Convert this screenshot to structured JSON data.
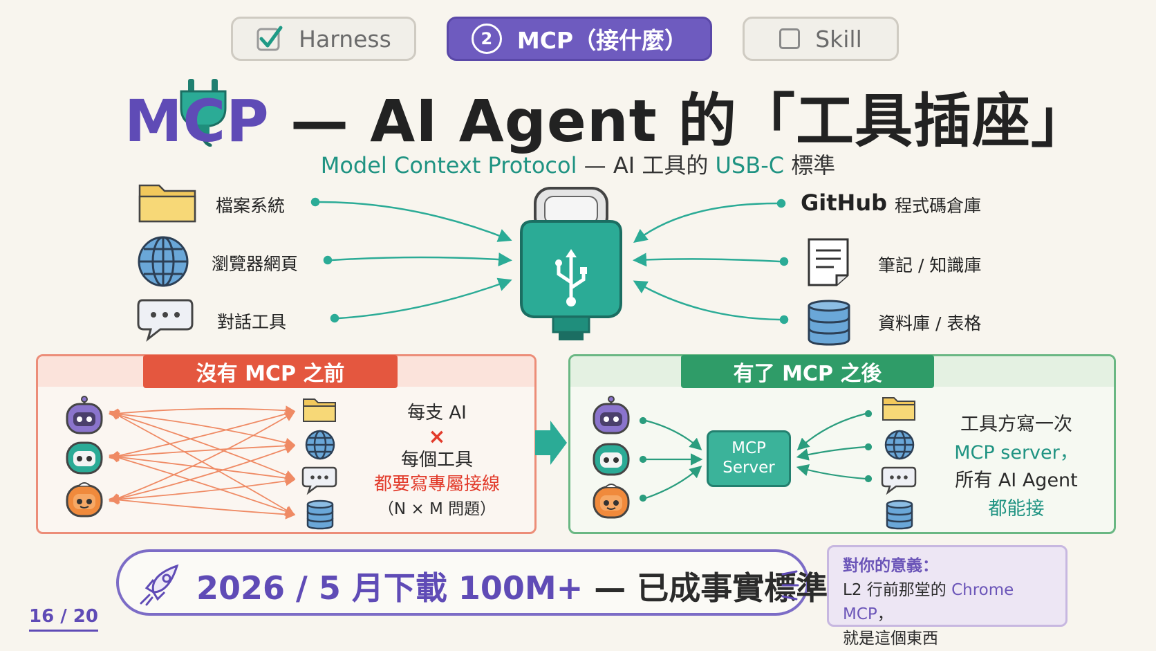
{
  "tabs": [
    {
      "label": "Harness",
      "state": "done"
    },
    {
      "number": "2",
      "label": "MCP（接什麼）",
      "state": "active"
    },
    {
      "label": "Skill",
      "state": "todo"
    }
  ],
  "title": {
    "prefix": "MCP",
    "rest": " — AI Agent 的「工具插座」"
  },
  "subtitle": {
    "part1": "Model Context Protocol",
    "part2": " — AI 工具的 ",
    "part3": "USB-C",
    "part4": " 標準"
  },
  "left_tools": [
    "檔案系統",
    "瀏覽器網頁",
    "對話工具"
  ],
  "right_tools": [
    {
      "name": "GitHub",
      "desc": "程式碼倉庫"
    },
    {
      "name": "",
      "desc": "筆記 / 知識庫"
    },
    {
      "name": "",
      "desc": "資料庫 / 表格"
    }
  ],
  "before": {
    "heading": "沒有 MCP 之前",
    "line1": "每支 AI",
    "times": "×",
    "line2": "每個工具",
    "line3": "都要寫專屬接線",
    "line4": "（N × M 問題）"
  },
  "after": {
    "heading": "有了 MCP 之後",
    "server_line1": "MCP",
    "server_line2": "Server",
    "line1": "工具方寫一次",
    "line2": "MCP server，",
    "line3": "所有 AI Agent",
    "line4": "都能接"
  },
  "banner": {
    "highlight": "2026 / 5 月下載 100M+",
    "rest": " — 已成事實標準"
  },
  "note": {
    "title": "對你的意義：",
    "line1a": "L2 行前那堂的 ",
    "line1b": "Chrome MCP",
    "line1c": "，",
    "line2": "就是這個東西"
  },
  "page": "16 / 20",
  "colors": {
    "purple": "#5f4bb6",
    "teal": "#2bab96",
    "red": "#e4573f",
    "green": "#2f9c68"
  }
}
